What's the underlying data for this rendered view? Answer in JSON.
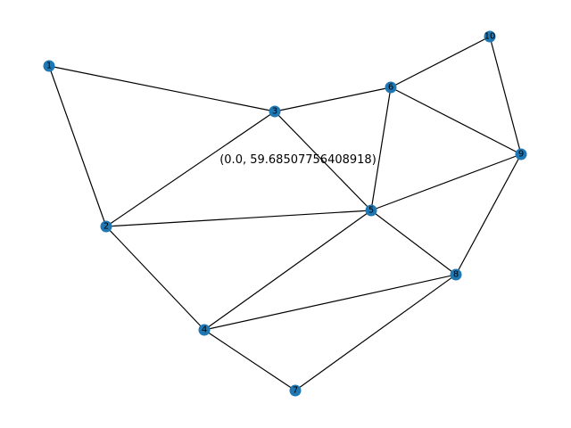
{
  "graph": {
    "node_color": "#1f78b4",
    "edge_color": "#000000",
    "nodes": [
      {
        "id": "1",
        "label": "1"
      },
      {
        "id": "2",
        "label": "2"
      },
      {
        "id": "3",
        "label": "3"
      },
      {
        "id": "4",
        "label": "4"
      },
      {
        "id": "5",
        "label": "5"
      },
      {
        "id": "6",
        "label": "6"
      },
      {
        "id": "7",
        "label": "7"
      },
      {
        "id": "8",
        "label": "8"
      },
      {
        "id": "9",
        "label": "9"
      },
      {
        "id": "10",
        "label": "10"
      }
    ],
    "edges": [
      [
        "1",
        "3"
      ],
      [
        "1",
        "2"
      ],
      [
        "2",
        "3"
      ],
      [
        "2",
        "5"
      ],
      [
        "2",
        "4"
      ],
      [
        "3",
        "6"
      ],
      [
        "3",
        "5"
      ],
      [
        "4",
        "5"
      ],
      [
        "4",
        "8"
      ],
      [
        "4",
        "7"
      ],
      [
        "5",
        "6"
      ],
      [
        "5",
        "9"
      ],
      [
        "5",
        "8"
      ],
      [
        "6",
        "10"
      ],
      [
        "6",
        "9"
      ],
      [
        "7",
        "8"
      ],
      [
        "8",
        "9"
      ],
      [
        "9",
        "10"
      ]
    ],
    "edge_label": {
      "edge": [
        "3",
        "5"
      ],
      "text": "(0.0, 59.68507756408918)"
    }
  }
}
